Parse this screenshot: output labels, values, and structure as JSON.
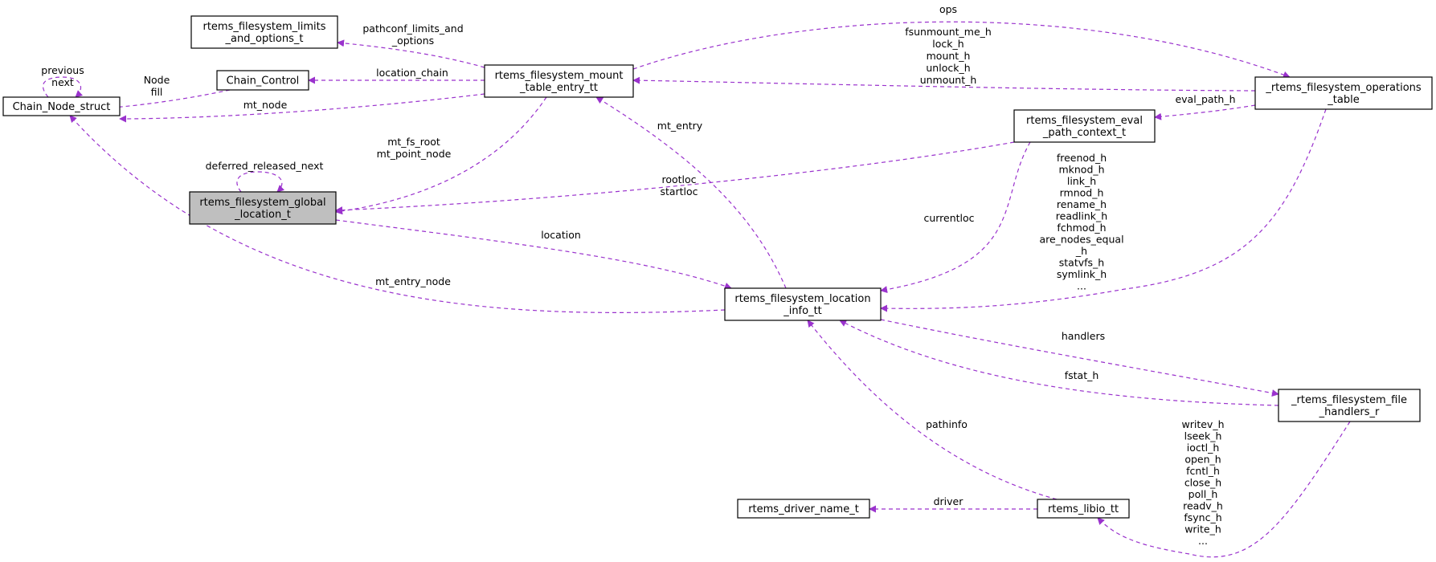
{
  "diagram": {
    "edge_color": "#9a32cd",
    "focus_fill": "#bfbfbf",
    "nodes": [
      {
        "id": "chain_node",
        "lines": [
          "Chain_Node_struct"
        ]
      },
      {
        "id": "chain_control",
        "lines": [
          "Chain_Control"
        ]
      },
      {
        "id": "limits",
        "lines": [
          "rtems_filesystem_limits",
          "_and_options_t"
        ]
      },
      {
        "id": "mount",
        "lines": [
          "rtems_filesystem_mount",
          "_table_entry_tt"
        ]
      },
      {
        "id": "global_loc",
        "lines": [
          "rtems_filesystem_global",
          "_location_t"
        ],
        "focus": true
      },
      {
        "id": "eval_ctx",
        "lines": [
          "rtems_filesystem_eval",
          "_path_context_t"
        ]
      },
      {
        "id": "ops_table",
        "lines": [
          "_rtems_filesystem_operations",
          "_table"
        ]
      },
      {
        "id": "loc_info",
        "lines": [
          "rtems_filesystem_location",
          "_info_tt"
        ]
      },
      {
        "id": "file_handlers",
        "lines": [
          "_rtems_filesystem_file",
          "_handlers_r"
        ]
      },
      {
        "id": "driver_name",
        "lines": [
          "rtems_driver_name_t"
        ]
      },
      {
        "id": "libio",
        "lines": [
          "rtems_libio_tt"
        ]
      }
    ],
    "edges": [
      {
        "id": "cn_self",
        "from": "chain_node",
        "to": "chain_node",
        "labels": [
          "previous",
          "next"
        ]
      },
      {
        "id": "cc_cn",
        "from": "chain_control",
        "to": "chain_node",
        "labels": [
          "Node",
          "fill"
        ]
      },
      {
        "id": "mount_cn",
        "from": "mount",
        "to": "chain_node",
        "labels": [
          "mt_node"
        ]
      },
      {
        "id": "mount_cc",
        "from": "mount",
        "to": "chain_control",
        "labels": [
          "location_chain"
        ]
      },
      {
        "id": "mount_limits",
        "from": "mount",
        "to": "limits",
        "labels": [
          "pathconf_limits_and",
          "_options"
        ]
      },
      {
        "id": "gl_self",
        "from": "global_loc",
        "to": "global_loc",
        "labels": [
          "deferred_released_next"
        ]
      },
      {
        "id": "mount_gl",
        "from": "mount",
        "to": "global_loc",
        "labels": [
          "mt_fs_root",
          "mt_point_node"
        ]
      },
      {
        "id": "eval_gl",
        "from": "eval_ctx",
        "to": "global_loc",
        "labels": [
          "rootloc",
          "startloc"
        ]
      },
      {
        "id": "mount_ops",
        "from": "mount",
        "to": "ops_table",
        "labels": [
          "ops"
        ]
      },
      {
        "id": "ops_mount",
        "from": "ops_table",
        "to": "mount",
        "labels": [
          "fsunmount_me_h",
          "lock_h",
          "mount_h",
          "unlock_h",
          "unmount_h"
        ]
      },
      {
        "id": "ops_eval",
        "from": "ops_table",
        "to": "eval_ctx",
        "labels": [
          "eval_path_h"
        ]
      },
      {
        "id": "li_mount",
        "from": "loc_info",
        "to": "mount",
        "labels": [
          "mt_entry"
        ]
      },
      {
        "id": "li_cn",
        "from": "loc_info",
        "to": "chain_node",
        "labels": [
          "mt_entry_node"
        ]
      },
      {
        "id": "gl_li",
        "from": "global_loc",
        "to": "loc_info",
        "labels": [
          "location"
        ]
      },
      {
        "id": "eval_li",
        "from": "eval_ctx",
        "to": "loc_info",
        "labels": [
          "currentloc"
        ]
      },
      {
        "id": "ops_li",
        "from": "ops_table",
        "to": "loc_info",
        "labels": [
          "freenod_h",
          "mknod_h",
          "link_h",
          "rmnod_h",
          "rename_h",
          "readlink_h",
          "fchmod_h",
          "are_nodes_equal",
          "_h",
          "statvfs_h",
          "symlink_h",
          "..."
        ]
      },
      {
        "id": "li_fh",
        "from": "loc_info",
        "to": "file_handlers",
        "labels": [
          "handlers"
        ]
      },
      {
        "id": "fh_li",
        "from": "file_handlers",
        "to": "loc_info",
        "labels": [
          "fstat_h"
        ]
      },
      {
        "id": "libio_li",
        "from": "libio",
        "to": "loc_info",
        "labels": [
          "pathinfo"
        ]
      },
      {
        "id": "libio_drv",
        "from": "libio",
        "to": "driver_name",
        "labels": [
          "driver"
        ]
      },
      {
        "id": "fh_libio",
        "from": "file_handlers",
        "to": "libio",
        "labels": [
          "writev_h",
          "lseek_h",
          "ioctl_h",
          "open_h",
          "fcntl_h",
          "close_h",
          "poll_h",
          "readv_h",
          "fsync_h",
          "write_h",
          "..."
        ]
      }
    ]
  }
}
